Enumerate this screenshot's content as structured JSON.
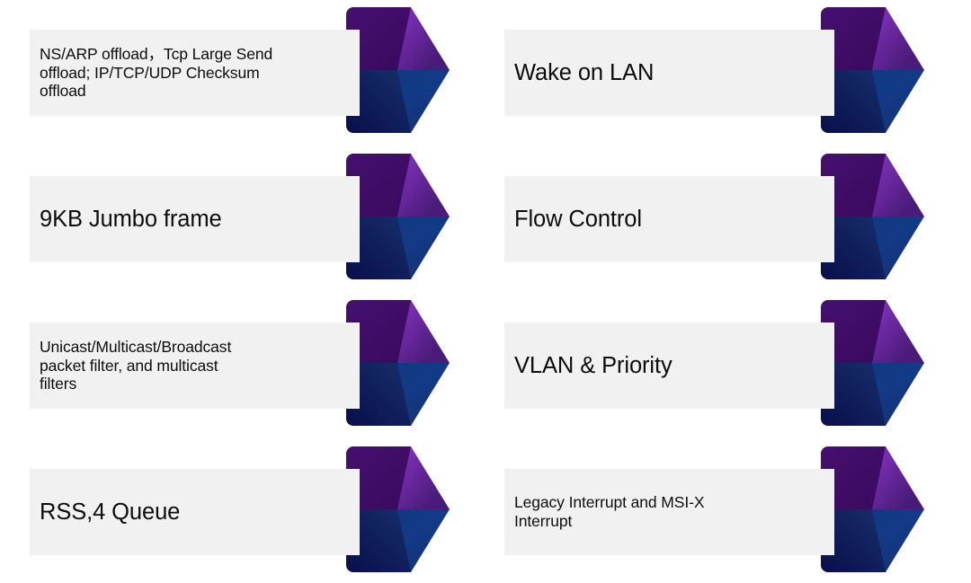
{
  "diagram": {
    "type": "chevron-feature-list",
    "layout": {
      "columns": 2,
      "rows": 4
    },
    "colors": {
      "bar_fill": "#f1f1f1",
      "text": "#0d0d0d",
      "purple_light": "#8c30bd",
      "purple_mid": "#7030b0",
      "purple_dark": "#40106e",
      "purple_shadow": "#3b0b63",
      "blue_mid": "#10357d",
      "blue_dark": "#14306e",
      "blue_shadow": "#0b0f4d",
      "background": "#ffffff"
    },
    "items": [
      {
        "id": "offloads",
        "label": "NS/ARP offload，Tcp Large Send\noffload; IP/TCP/UDP Checksum\noffload",
        "size": "sm",
        "column": 0,
        "row": 0
      },
      {
        "id": "wake-on-lan",
        "label": "Wake on LAN",
        "size": "lg",
        "column": 1,
        "row": 0
      },
      {
        "id": "jumbo-frame",
        "label": "9KB Jumbo frame",
        "size": "lg",
        "column": 0,
        "row": 1
      },
      {
        "id": "flow-control",
        "label": "Flow Control",
        "size": "lg",
        "column": 1,
        "row": 1
      },
      {
        "id": "packet-filters",
        "label": "Unicast/Multicast/Broadcast\npacket filter, and multicast\nfilters",
        "size": "sm",
        "column": 0,
        "row": 2
      },
      {
        "id": "vlan-priority",
        "label": "VLAN & Priority",
        "size": "lg",
        "column": 1,
        "row": 2
      },
      {
        "id": "rss-queue",
        "label": "RSS,4 Queue",
        "size": "lg",
        "column": 0,
        "row": 3
      },
      {
        "id": "interrupts",
        "label": "Legacy Interrupt and MSI-X\nInterrupt",
        "size": "sm",
        "column": 1,
        "row": 3
      }
    ]
  }
}
